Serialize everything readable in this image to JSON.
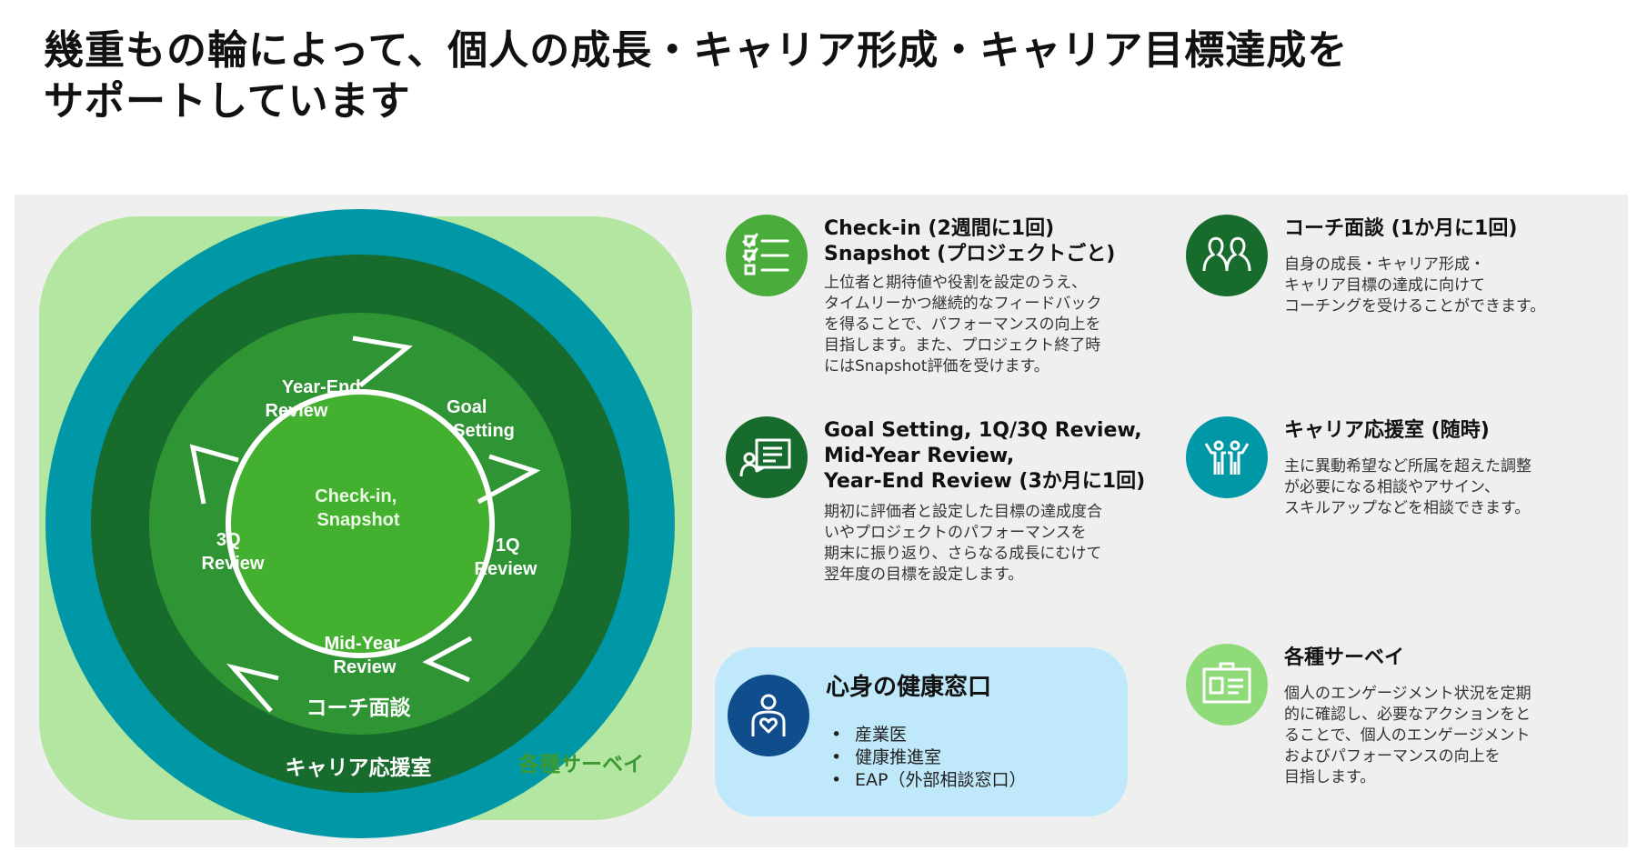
{
  "page": {
    "title": "幾重もの輪によって、個人の成長・キャリア形成・キャリア目標達成を\nサポートしています"
  },
  "diagram": {
    "center_label": "Check-in,\nSnapshot",
    "cycle": {
      "year_end": "Year-End\nReview",
      "goal_setting": "Goal\nSetting",
      "q1_review": "1Q\nReview",
      "mid_year": "Mid-Year\nReview",
      "q3_review": "3Q\nReview"
    },
    "ring_coach": "コーチ面談",
    "ring_career": "キャリア応援室",
    "outer_label": "各種サーベイ",
    "colors": {
      "outer": "#b2e6a1",
      "career_ring": "#0097a7",
      "coach_ring": "#176b2c",
      "cycle_ring": "#2f9433",
      "center": "#44b02f",
      "outer_label": "#3a9a32"
    }
  },
  "features": [
    {
      "icon": "checklist-icon",
      "title": "Check-in (2週間に1回)\nSnapshot (プロジェクトごと)",
      "desc": "上位者と期待値や役割を設定のうえ、\nタイムリーかつ継続的なフィードバック\nを得ることで、パフォーマンスの向上を\n目指します。また、プロジェクト終了時\nにはSnapshot評価を受けます。"
    },
    {
      "icon": "coaching-people-icon",
      "title": "コーチ面談 (1か月に1回)",
      "desc": "自身の成長・キャリア形成・\nキャリア目標の達成に向けて\nコーチングを受けることができます。"
    },
    {
      "icon": "presentation-board-icon",
      "title": "Goal Setting, 1Q/3Q Review,\nMid-Year Review,\nYear-End Review (3か月に1回)",
      "desc": "期初に評価者と設定した目標の達成度合\nいやプロジェクトのパフォーマンスを\n期末に振り返り、さらなる成長にむけて\n翌年度の目標を設定します。"
    },
    {
      "icon": "career-support-icon",
      "title": "キャリア応援室 (随時)",
      "desc": "主に異動希望など所属を超えた調整\nが必要になる相談やアサイン、\nスキルアップなどを相談できます。"
    },
    {
      "icon": "survey-card-icon",
      "title": "各種サーベイ",
      "desc": "個人のエンゲージメント状況を定期\n的に確認し、必要なアクションをと\nることで、個人のエンゲージメント\nおよびパフォーマンスの向上を\n目指します。"
    }
  ],
  "health": {
    "icon": "person-heart-icon",
    "title": "心身の健康窓口",
    "items": [
      "産業医",
      "健康推進室",
      "EAP（外部相談窓口）"
    ]
  }
}
